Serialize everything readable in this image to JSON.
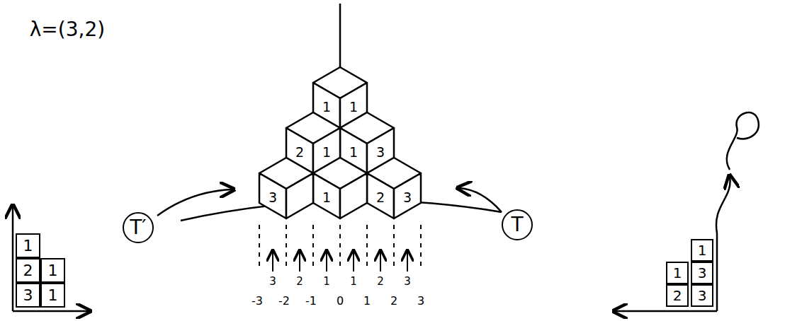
{
  "diagram": {
    "nodes": [
      {
        "text": [
          "T′"
        ]
      },
      {
        "text": [
          "T"
        ]
      },
      {
        "text": [
          "1"
        ]
      },
      {
        "text": [
          "2"
        ]
      },
      {
        "text": [
          "1"
        ]
      },
      {
        "text": [
          "3"
        ]
      },
      {
        "text": [
          "1"
        ]
      },
      {
        "text": [
          "1"
        ]
      },
      {
        "text": [
          "1"
        ]
      },
      {
        "text": [
          "3"
        ]
      },
      {
        "text": [
          "2"
        ]
      },
      {
        "text": [
          "3"
        ]
      }
    ],
    "labels": [
      "λ=(3,2)",
      "1",
      "1",
      "2",
      "1",
      "1",
      "3",
      "3",
      "1",
      "2",
      "3",
      "3",
      "2",
      "1",
      "1",
      "2",
      "3",
      "-3",
      "-2",
      "-1",
      "0",
      "1",
      "2",
      "3"
    ]
  }
}
